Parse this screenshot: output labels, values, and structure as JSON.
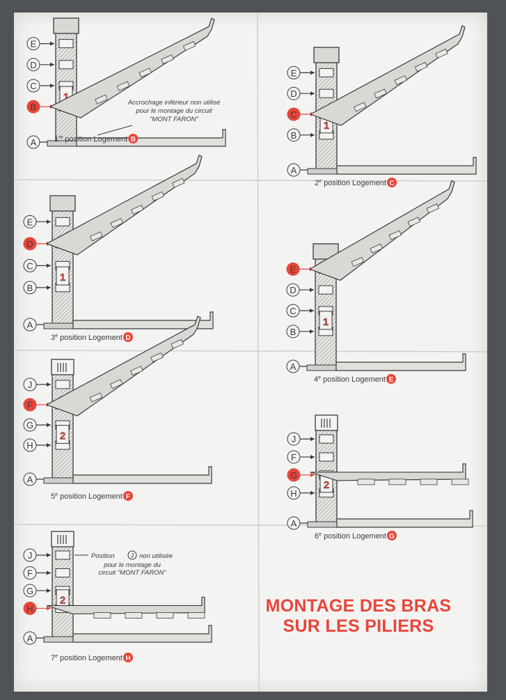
{
  "title": {
    "line1": "MONTAGE DES BRAS",
    "line2": "SUR LES PILIERS"
  },
  "colors": {
    "accent": "#e8453a",
    "paper": "#f3f3f1",
    "ink": "#3a3a3a",
    "background": "#4f5358"
  },
  "panels": [
    {
      "id": "p1",
      "pillar_number": "1",
      "top_cap": "plain",
      "labels": [
        "E",
        "D",
        "C",
        "B",
        "A"
      ],
      "active": "B",
      "caption_prefix": "1",
      "caption_super": "re",
      "caption_text": " position Logement ",
      "caption_letter": "B",
      "note": [
        "Accrochage inférieur non utilisé",
        "pour le montage du circuit",
        "\"MONT FARON\""
      ],
      "arm": "slope"
    },
    {
      "id": "p2",
      "pillar_number": "1",
      "top_cap": "plain",
      "labels": [
        "E",
        "D",
        "C",
        "B",
        "A"
      ],
      "active": "C",
      "caption_prefix": "2",
      "caption_super": "e",
      "caption_text": " position Logement ",
      "caption_letter": "C",
      "arm": "slope"
    },
    {
      "id": "p3",
      "pillar_number": "1",
      "top_cap": "plain",
      "labels": [
        "E",
        "D",
        "C",
        "B",
        "A"
      ],
      "active": "D",
      "caption_prefix": "3",
      "caption_super": "e",
      "caption_text": " position Logement ",
      "caption_letter": "D",
      "arm": "slope"
    },
    {
      "id": "p4",
      "pillar_number": "1",
      "top_cap": "plain",
      "labels": [
        "E",
        "D",
        "C",
        "B",
        "A"
      ],
      "active": "E",
      "caption_prefix": "4",
      "caption_super": "e",
      "caption_text": " position Logement ",
      "caption_letter": "E",
      "arm": "slope"
    },
    {
      "id": "p5",
      "pillar_number": "2",
      "top_cap": "decor",
      "labels": [
        "J",
        "F",
        "G",
        "H",
        "A"
      ],
      "active": "F",
      "caption_prefix": "5",
      "caption_super": "e",
      "caption_text": " position Logement ",
      "caption_letter": "F",
      "arm": "slope"
    },
    {
      "id": "p6",
      "pillar_number": "2",
      "top_cap": "decor",
      "labels": [
        "J",
        "F",
        "G",
        "H",
        "A"
      ],
      "active": "G",
      "caption_prefix": "6",
      "caption_super": "e",
      "caption_text": " position Logement ",
      "caption_letter": "G",
      "arm": "flat"
    },
    {
      "id": "p7",
      "pillar_number": "2",
      "top_cap": "decor",
      "labels": [
        "J",
        "F",
        "G",
        "H",
        "A"
      ],
      "active": "H",
      "caption_prefix": "7",
      "caption_super": "e",
      "caption_text": " position Logement ",
      "caption_letter": "H",
      "note_position": [
        "Position",
        "J",
        "non utilisée"
      ],
      "note": [
        "pour le montage du",
        "circuit \"MONT FARON\""
      ],
      "arm": "flat"
    }
  ]
}
